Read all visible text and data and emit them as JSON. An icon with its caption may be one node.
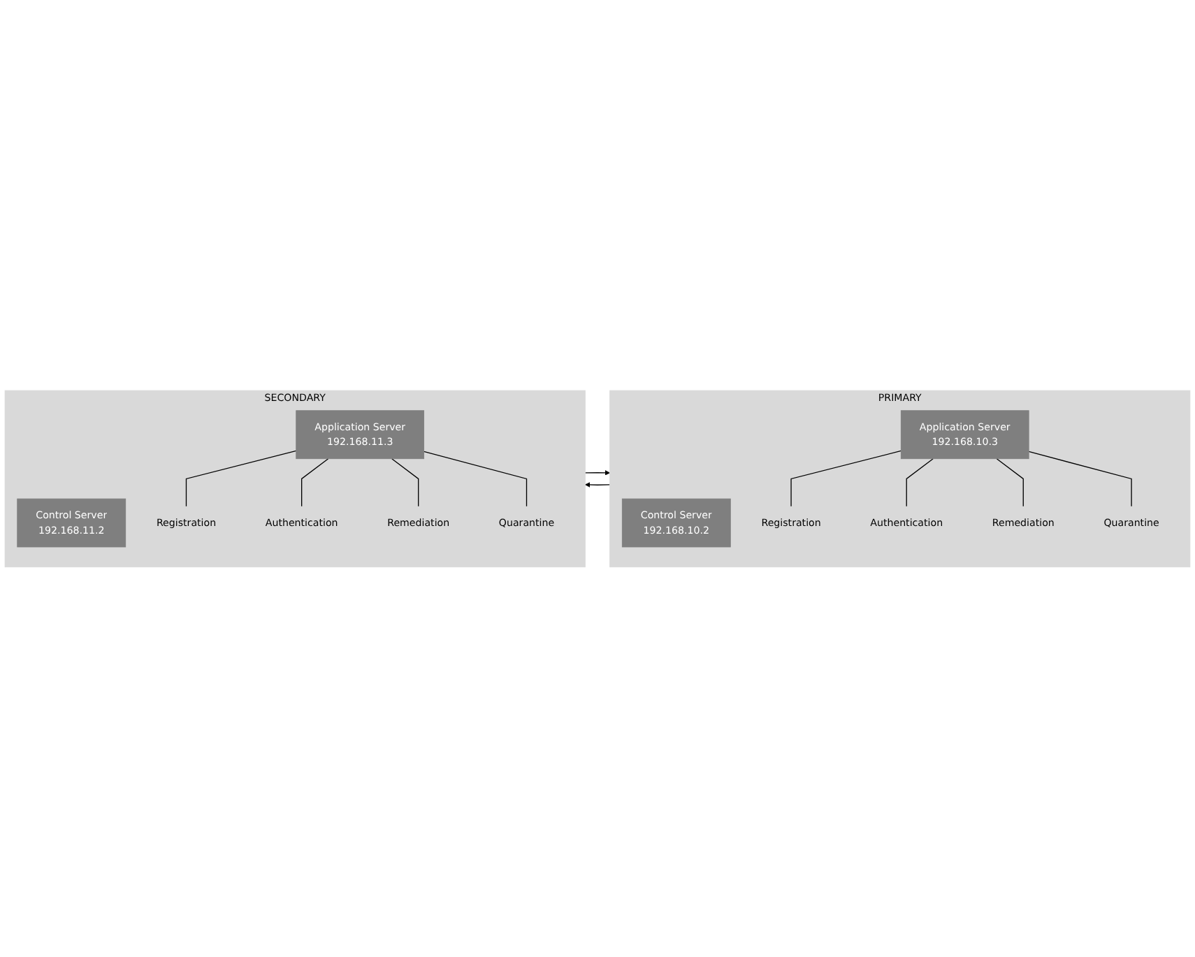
{
  "diagram": {
    "nodes": [
      {
        "text": [
          "PRIMARY"
        ]
      },
      {
        "text": [
          "Control Server",
          "192.168.10.2"
        ],
        "in": 0
      },
      {
        "text": [
          "Application Server",
          "192.168.10.3"
        ],
        "in": 0
      },
      {
        "text": [
          "Registration"
        ],
        "in": 0
      },
      {
        "text": [
          "Authentication"
        ],
        "in": 0
      },
      {
        "text": [
          "Remediation"
        ],
        "in": 0
      },
      {
        "text": [
          "Quarantine"
        ],
        "in": 0
      },
      {
        "text": [
          "SECONDARY"
        ]
      },
      {
        "text": [
          "Control Server",
          "192.168.11.2"
        ],
        "in": 7
      },
      {
        "text": [
          "Application Server",
          "192.168.11.3"
        ],
        "in": 7
      },
      {
        "text": [
          "Registration"
        ],
        "in": 7
      },
      {
        "text": [
          "Authentication"
        ],
        "in": 7
      },
      {
        "text": [
          "Remediation"
        ],
        "in": 7
      },
      {
        "text": [
          "Quarantine"
        ],
        "in": 7
      }
    ],
    "edges": [
      {
        "from": 0,
        "to": 7,
        "arrow": "to"
      },
      {
        "from": 7,
        "to": 0,
        "arrow": "to"
      },
      {
        "from": 2,
        "to": 3,
        "arrow": "none"
      },
      {
        "from": 2,
        "to": 4,
        "arrow": "none"
      },
      {
        "from": 2,
        "to": 5,
        "arrow": "none"
      },
      {
        "from": 2,
        "to": 6,
        "arrow": "none"
      },
      {
        "from": 9,
        "to": 10,
        "arrow": "none"
      },
      {
        "from": 9,
        "to": 11,
        "arrow": "none"
      },
      {
        "from": 9,
        "to": 12,
        "arrow": "none"
      },
      {
        "from": 9,
        "to": 13,
        "arrow": "none"
      }
    ]
  }
}
